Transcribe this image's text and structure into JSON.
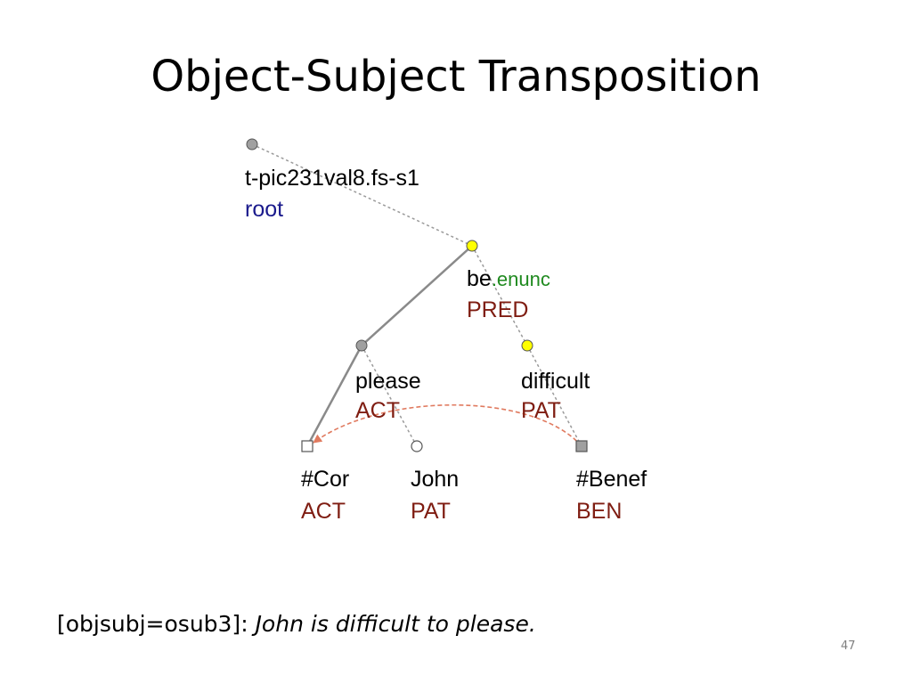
{
  "slide": {
    "title": "Object-Subject Transposition",
    "caption_prefix": "[objsubj=osub3]: ",
    "caption_example": "John is difficult to please.",
    "page_number": "47"
  },
  "tree": {
    "root": {
      "id": "t-pic231val8.fs-s1",
      "label": "root"
    },
    "pred": {
      "lemma": "be",
      "suffix": ".enunc",
      "functor": "PRED"
    },
    "please": {
      "lemma": "please",
      "functor": "ACT"
    },
    "difficult": {
      "lemma": "difficult",
      "functor": "PAT"
    },
    "cor": {
      "lemma": "#Cor",
      "functor": "ACT"
    },
    "john": {
      "lemma": "John",
      "functor": "PAT"
    },
    "benef": {
      "lemma": "#Benef",
      "functor": "BEN"
    }
  },
  "colors": {
    "functor": "#7f1d12",
    "root_label": "#1a1a8c",
    "suffix": "#1f8a1f",
    "edge": "#8a8a8a",
    "coref_arrow": "#e07a5f",
    "node_yellow": "#ffff00",
    "node_gray": "#a0a0a0"
  }
}
